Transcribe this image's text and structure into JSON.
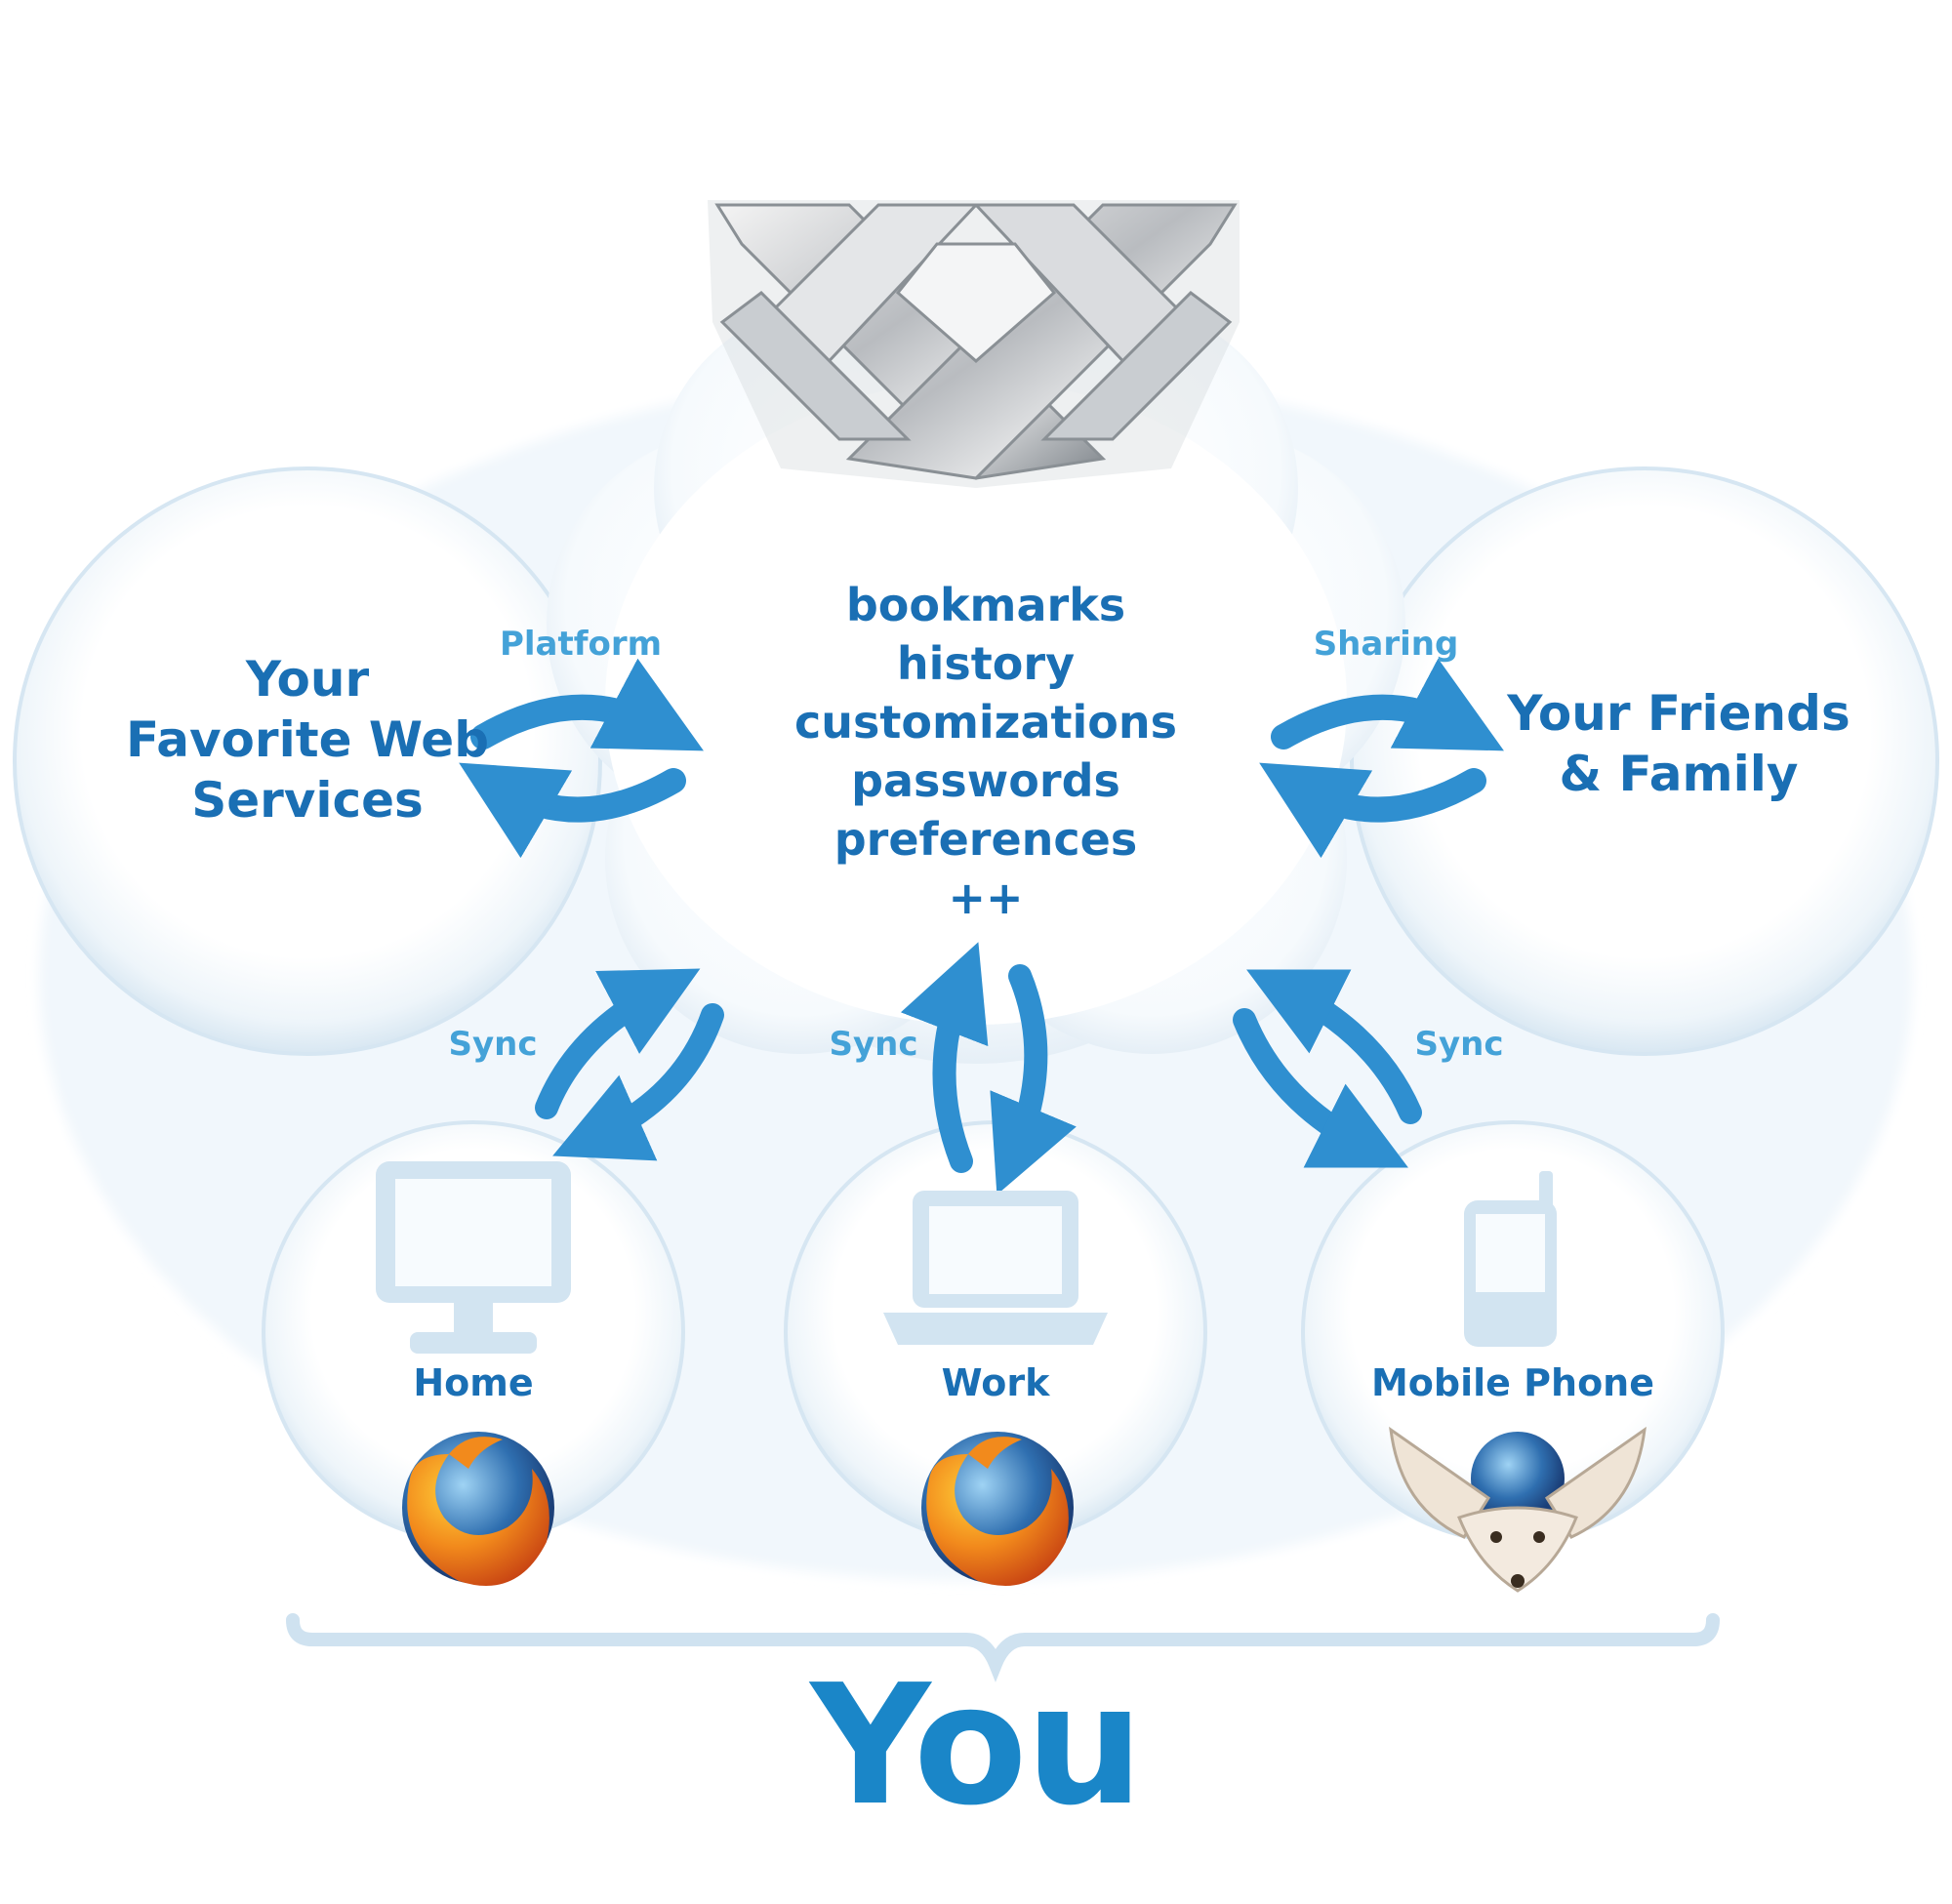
{
  "services": {
    "lines": [
      "Your",
      "Favorite Web",
      "Services"
    ]
  },
  "friends": {
    "lines": [
      "Your Friends",
      "& Family"
    ]
  },
  "cloud_items": [
    "bookmarks",
    "history",
    "customizations",
    "passwords",
    "preferences",
    "++"
  ],
  "links": {
    "platform": "Platform",
    "sharing": "Sharing",
    "sync_home": "Sync",
    "sync_work": "Sync",
    "sync_mobile": "Sync"
  },
  "devices": {
    "home": "Home",
    "work": "Work",
    "mobile": "Mobile Phone"
  },
  "you": "You",
  "icons": {
    "top": "weave-knot-logo-icon",
    "home_device": "desktop-monitor-icon",
    "work_device": "laptop-icon",
    "mobile_device": "mobile-phone-icon",
    "home_browser": "firefox-logo-icon",
    "work_browser": "firefox-logo-icon",
    "mobile_browser": "fennec-logo-icon"
  },
  "colors": {
    "text": "#1a6fb4",
    "label": "#44a2d8",
    "arrow": "#2f8fd0",
    "you": "#1a86c8",
    "bubble_edge": "#d6e6f2"
  }
}
